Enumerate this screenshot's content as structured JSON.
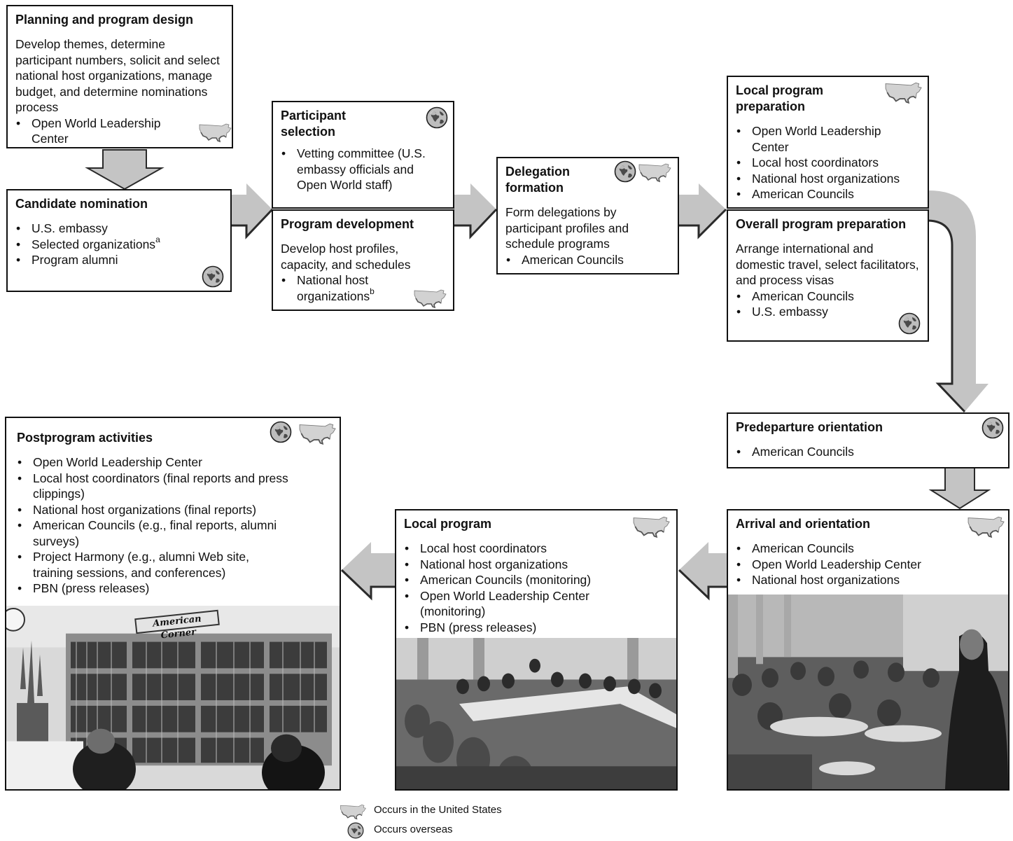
{
  "boxes": {
    "planning": {
      "title": "Planning and program design",
      "desc": "Develop themes, determine participant numbers, solicit and select national host organizations, manage budget, and determine nominations process",
      "items": [
        "Open World Leadership Center"
      ]
    },
    "candidate": {
      "title": "Candidate nomination",
      "items": [
        "U.S. embassy",
        "Selected organizations",
        "Program alumni"
      ],
      "footnote": "a"
    },
    "participant": {
      "title": "Participant selection",
      "items": [
        "Vetting committee (U.S. embassy officials and Open World staff)"
      ]
    },
    "program_dev": {
      "title": "Program development",
      "desc": "Develop host profiles, capacity, and schedules",
      "items": [
        "National host organizations"
      ],
      "footnote": "b"
    },
    "delegation": {
      "title": "Delegation formation",
      "desc": "Form delegations by participant profiles and schedule programs",
      "items": [
        "American Councils"
      ]
    },
    "local_prep": {
      "title": "Local program preparation",
      "items": [
        "Open World Leadership Center",
        "Local host coordinators",
        "National host organizations",
        "American Councils"
      ]
    },
    "overall_prep": {
      "title": "Overall program preparation",
      "desc": "Arrange international and domestic travel, select facilitators, and process visas",
      "items": [
        "American Councils",
        "U.S. embassy"
      ]
    },
    "predeparture": {
      "title": "Predeparture orientation",
      "items": [
        "American Councils"
      ]
    },
    "arrival": {
      "title": "Arrival and orientation",
      "items": [
        "American Councils",
        "Open World Leadership Center",
        "National host organizations"
      ]
    },
    "local_program": {
      "title": "Local program",
      "items": [
        "Local host coordinators",
        "National host organizations",
        "American Councils (monitoring)",
        "Open World Leadership Center (monitoring)",
        "PBN (press releases)"
      ]
    },
    "postprogram": {
      "title": "Postprogram activities",
      "items": [
        "Open World Leadership Center",
        "Local host coordinators (final reports and press clippings)",
        "National host organizations (final reports)",
        "American Councils (e.g., final reports, alumni surveys)",
        "Project Harmony (e.g., alumni Web site, training sessions, and conferences)",
        "PBN (press releases)"
      ],
      "photo_sign": "American Corner"
    }
  },
  "legend": {
    "us": "Occurs in the United States",
    "overseas": "Occurs overseas"
  },
  "icons": {
    "us": "us-map-icon",
    "overseas": "globe-icon"
  },
  "colors": {
    "arrow_fill": "#c4c4c4",
    "arrow_shadow": "#2a2a2a",
    "border": "#111111"
  }
}
